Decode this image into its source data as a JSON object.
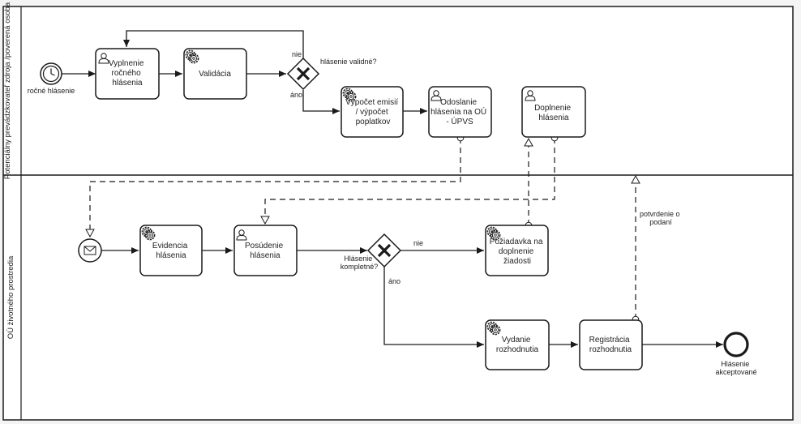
{
  "lanes": {
    "top": "Potenciálny prevádzkovateľ zdroja /poverená osoba",
    "bottom": "OÚ životného prostredia"
  },
  "events": {
    "start_timer": "ročné hlásenie",
    "end": [
      "Hlásenie",
      "akceptované"
    ]
  },
  "tasks": {
    "vyplnenie": [
      "Vyplnenie",
      "ročného",
      "hlásenia"
    ],
    "validacia": [
      "Validácia"
    ],
    "vypocet": [
      "Výpočet emisií",
      "/ výpočet",
      "poplatkov"
    ],
    "odoslanie": [
      "Odoslanie",
      "hlásenia na OÚ",
      "- ÚPVS"
    ],
    "doplnenie": [
      "Doplnenie",
      "hlásenia"
    ],
    "evidencia": [
      "Evidencia",
      "hlásenia"
    ],
    "posudenie": [
      "Posúdenie",
      "hlásenia"
    ],
    "poziadavka": [
      "Požiadavka na",
      "doplnenie",
      "žiadosti"
    ],
    "vydanie": [
      "Vydanie",
      "rozhodnutia"
    ],
    "registracia": [
      "Registrácia",
      "rozhodnutia"
    ]
  },
  "gateways": {
    "validne": {
      "question": "hlásenie validné?",
      "no": "nie",
      "yes": "áno"
    },
    "kompletne": {
      "question": [
        "Hlásenie",
        "kompletné?"
      ],
      "no": "nie",
      "yes": "áno"
    }
  },
  "messages": {
    "potvrdenie": [
      "potvrdenie o",
      "podaní"
    ]
  },
  "colors": {
    "stroke": "#1a1a1a",
    "task_fill": "#ffffff",
    "pool_fill": "#ffffff",
    "background": "#f4f4f4"
  }
}
